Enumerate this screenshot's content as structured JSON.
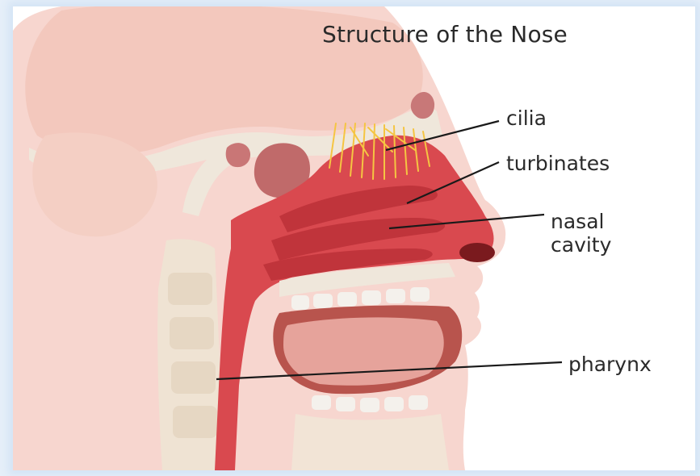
{
  "title": "Structure of the Nose",
  "labels": {
    "cilia": "cilia",
    "turbinates": "turbinates",
    "nasal_line1": "nasal",
    "nasal_line2": "cavity",
    "pharynx": "pharynx"
  },
  "colors": {
    "background": "#e6eff9",
    "skin": "#f7d6cf",
    "brain": "#f3c9bd",
    "mucosa": "#d9494f",
    "cilia": "#f5c542",
    "bone": "#efe7db",
    "text": "#2a2a2a"
  }
}
